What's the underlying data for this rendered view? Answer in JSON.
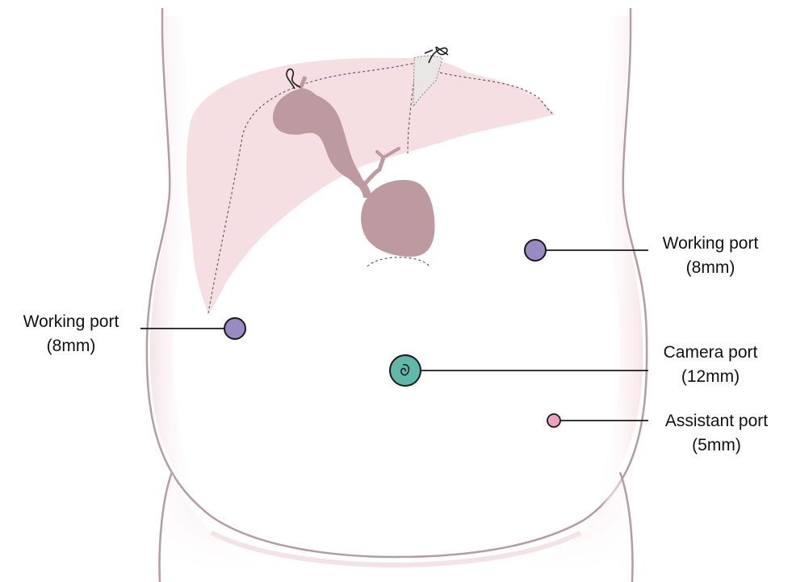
{
  "colors": {
    "body_fill": "#fdf4f4",
    "body_outline": "#b79aa3",
    "liver_fill": "#f5dfe3",
    "biliary_fill": "#bc9a9f",
    "outline_dark": "#1a1a1a",
    "working_port": "#9a8ac4",
    "camera_port": "#5fb9a9",
    "assistant_port": "#ef9fbf"
  },
  "ports": [
    {
      "id": "working-right",
      "title": "Working port",
      "size": "(8mm)",
      "icon": "purple-port-dot"
    },
    {
      "id": "working-left",
      "title": "Working port",
      "size": "(8mm)",
      "icon": "purple-port-dot"
    },
    {
      "id": "camera",
      "title": "Camera port",
      "size": "(12mm)",
      "icon": "camera-port-icon"
    },
    {
      "id": "assistant",
      "title": "Assistant port",
      "size": "(5mm)",
      "icon": "pink-port-dot"
    }
  ],
  "anatomy": [
    "torso-outline-icon",
    "liver-icon",
    "gallbladder-icon",
    "stomach-icon",
    "ligature-clip-icon"
  ]
}
